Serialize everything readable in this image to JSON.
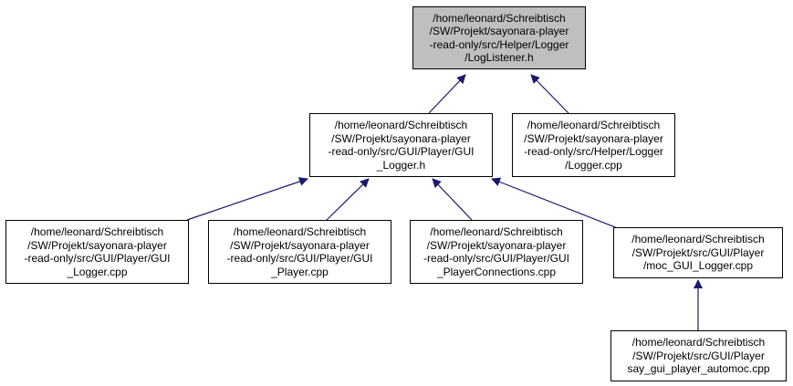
{
  "colors": {
    "edge": "#191970",
    "focus_fill": "#bfbfbf",
    "node_fill": "#ffffff",
    "border": "#000000"
  },
  "nodes": {
    "loglistener_h": "/home/leonard/Schreibtisch\n/SW/Projekt/sayonara-player\n-read-only/src/Helper/Logger\n/LogListener.h",
    "gui_logger_h": "/home/leonard/Schreibtisch\n/SW/Projekt/sayonara-player\n-read-only/src/GUI/Player/GUI\n_Logger.h",
    "logger_cpp": "/home/leonard/Schreibtisch\n/SW/Projekt/sayonara-player\n-read-only/src/Helper/Logger\n/Logger.cpp",
    "gui_logger_cpp": "/home/leonard/Schreibtisch\n/SW/Projekt/sayonara-player\n-read-only/src/GUI/Player/GUI\n_Logger.cpp",
    "gui_player_cpp": "/home/leonard/Schreibtisch\n/SW/Projekt/sayonara-player\n-read-only/src/GUI/Player/GUI\n_Player.cpp",
    "gui_playerconnections_cpp": "/home/leonard/Schreibtisch\n/SW/Projekt/sayonara-player\n-read-only/src/GUI/Player/GUI\n_PlayerConnections.cpp",
    "moc_gui_logger_cpp": "/home/leonard/Schreibtisch\n/SW/Projekt/src/GUI/Player\n/moc_GUI_Logger.cpp",
    "say_gui_player_automoc_cpp": "/home/leonard/Schreibtisch\n/SW/Projekt/src/GUI/Player\nsay_gui_player_automoc.cpp"
  }
}
